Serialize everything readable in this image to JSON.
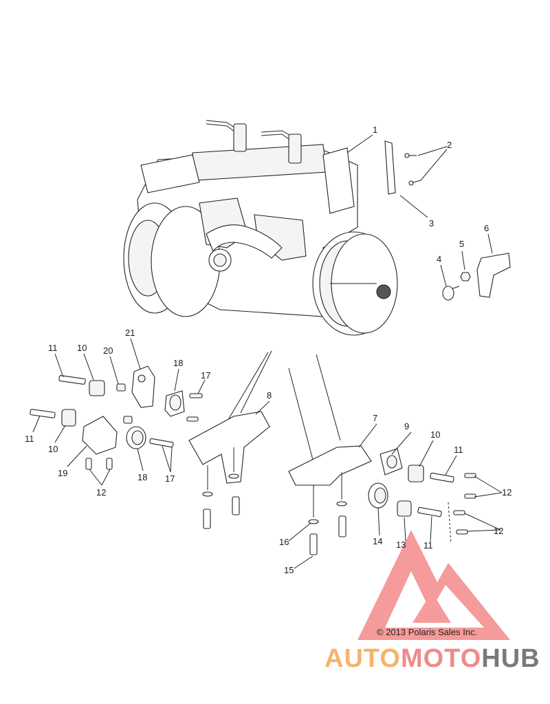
{
  "callouts": {
    "c1": "1",
    "c2": "2",
    "c3": "3",
    "c4": "4",
    "c5": "5",
    "c6": "6",
    "c7": "7",
    "c8": "8",
    "c9": "9",
    "c10": "10",
    "c11": "11",
    "c12": "12",
    "c13": "13",
    "c14": "14",
    "c15": "15",
    "c16": "16",
    "c17": "17",
    "c18": "18",
    "c19": "19",
    "c20": "20",
    "c21": "21"
  },
  "copyright": "© 2013 Polaris Sales Inc.",
  "watermark": {
    "part1": "AUTO",
    "part2": "MOTO",
    "part3": "HUB",
    "color1": "#f6b36b",
    "color2": "#f08a8a",
    "color3": "#7a7a7a",
    "logo_color": "#f27a7a"
  }
}
